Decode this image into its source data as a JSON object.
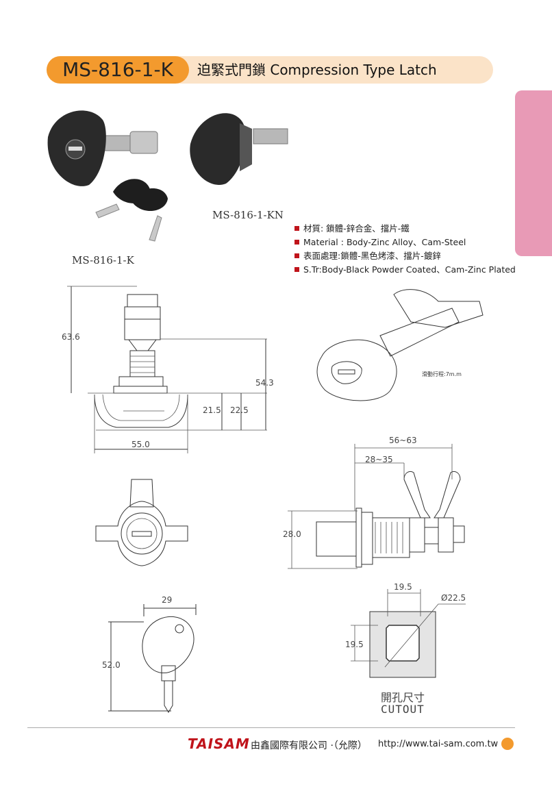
{
  "header": {
    "model": "MS-816-1-K",
    "title": "迫緊式門鎖  Compression Type Latch"
  },
  "photos": {
    "caption_kn": "MS-816-1-KN",
    "caption_k": "MS-816-1-K"
  },
  "specs": [
    "材質: 鎖體-鋅合金、擋片-鐵",
    "Material : Body-Zinc Alloy、Cam-Steel",
    "表面處理:鎖體-黑色烤漆、擋片-鍍鋅",
    "S.Tr:Body-Black Powder Coated、Cam-Zinc Plated"
  ],
  "dimensions": {
    "height_total": "63.6",
    "height_body": "54.3",
    "d_21_5": "21.5",
    "d_22_5": "22.5",
    "width_55": "55.0",
    "range_56_63": "56~63",
    "range_28_35": "28~35",
    "d_28": "28.0",
    "key_width": "29",
    "key_height": "52.0",
    "cut_w": "19.5",
    "cut_h": "19.5",
    "cut_dia": "Ø22.5"
  },
  "travel_note": "滑動行程:7m.m",
  "cutout": {
    "label_zh": "開孔尺寸",
    "label_en": "CUTOUT"
  },
  "footer": {
    "logo": "TAISAM",
    "company": "由鑫國際有限公司 ·（允際）",
    "url": "http://www.tai-sam.com.tw"
  },
  "colors": {
    "accent": "#f39a2e",
    "header_bg": "#fbe3c8",
    "side_tab": "#e89ab6",
    "bullet": "#c0141b"
  }
}
